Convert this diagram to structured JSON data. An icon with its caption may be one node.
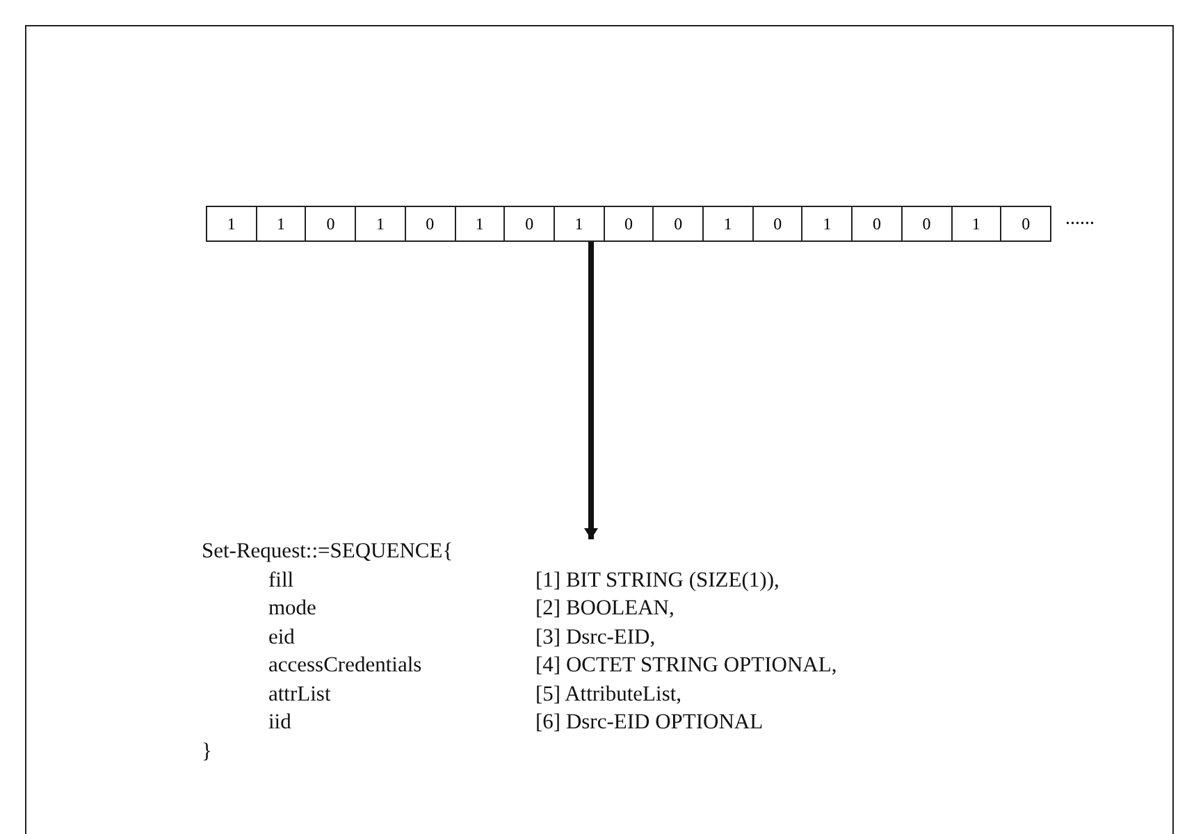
{
  "diagram": {
    "nodes": [
      {
        "text": [],
        "shape": "bar"
      },
      {
        "text": [
          "1"
        ],
        "in": 0
      },
      {
        "text": [
          "1"
        ],
        "in": 0
      },
      {
        "text": [
          "0"
        ],
        "in": 0
      },
      {
        "text": [
          "1"
        ],
        "in": 0
      },
      {
        "text": [
          "0"
        ],
        "in": 0
      },
      {
        "text": [
          "1"
        ],
        "in": 0
      },
      {
        "text": [
          "0"
        ],
        "in": 0
      },
      {
        "text": [
          "1"
        ],
        "in": 0
      },
      {
        "text": [
          "0"
        ],
        "in": 0
      },
      {
        "text": [
          "0"
        ],
        "in": 0
      },
      {
        "text": [
          "1"
        ],
        "in": 0
      },
      {
        "text": [
          "0"
        ],
        "in": 0
      },
      {
        "text": [
          "1"
        ],
        "in": 0
      },
      {
        "text": [
          "0"
        ],
        "in": 0
      },
      {
        "text": [
          "0"
        ],
        "in": 0
      },
      {
        "text": [
          "1"
        ],
        "in": 0
      },
      {
        "text": [
          "0"
        ],
        "in": 0
      },
      {
        "text": [
          "Set-Request::=SEQUENCE{",
          "fill",
          "[1] BIT STRING (SIZE(1)),",
          "mode",
          "[2] BOOLEAN,",
          "eid",
          "[3] Dsrc-EID,",
          "accessCredentials",
          "[4] OCTET STRING OPTIONAL,",
          "attrList",
          "[5] AttributeList,",
          "iid",
          "[6] Dsrc-EID OPTIONAL",
          "}"
        ]
      }
    ],
    "edges": [
      {
        "from": 0,
        "to": 18,
        "arrow": "to"
      }
    ],
    "labels": [
      "......"
    ]
  }
}
